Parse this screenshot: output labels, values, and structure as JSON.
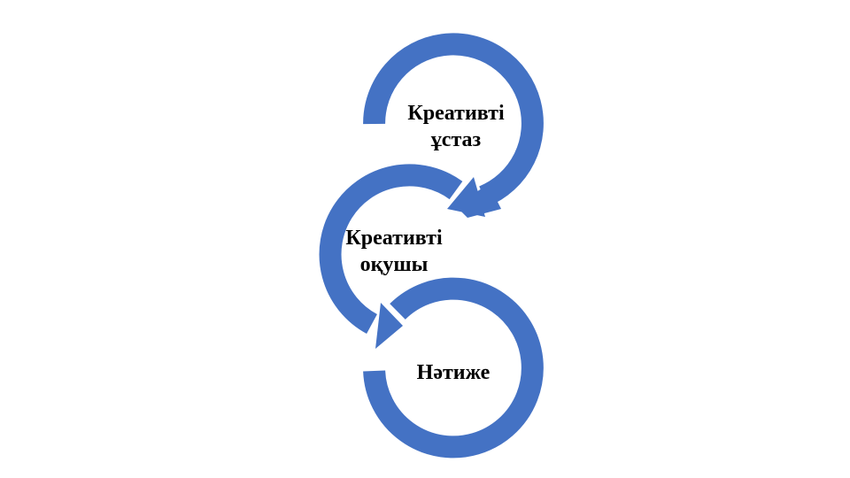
{
  "diagram": {
    "type": "cycle-chain",
    "accent_color": "#4472C4",
    "nodes": [
      {
        "id": "teacher",
        "line1": "Креативті",
        "line2": "ұстаз"
      },
      {
        "id": "student",
        "line1": "Креативті",
        "line2": "оқушы"
      },
      {
        "id": "result",
        "line1": "Нәтиже",
        "line2": ""
      }
    ],
    "flow": [
      "Креативті ұстаз",
      "Креативті оқушы",
      "Нәтиже"
    ]
  }
}
